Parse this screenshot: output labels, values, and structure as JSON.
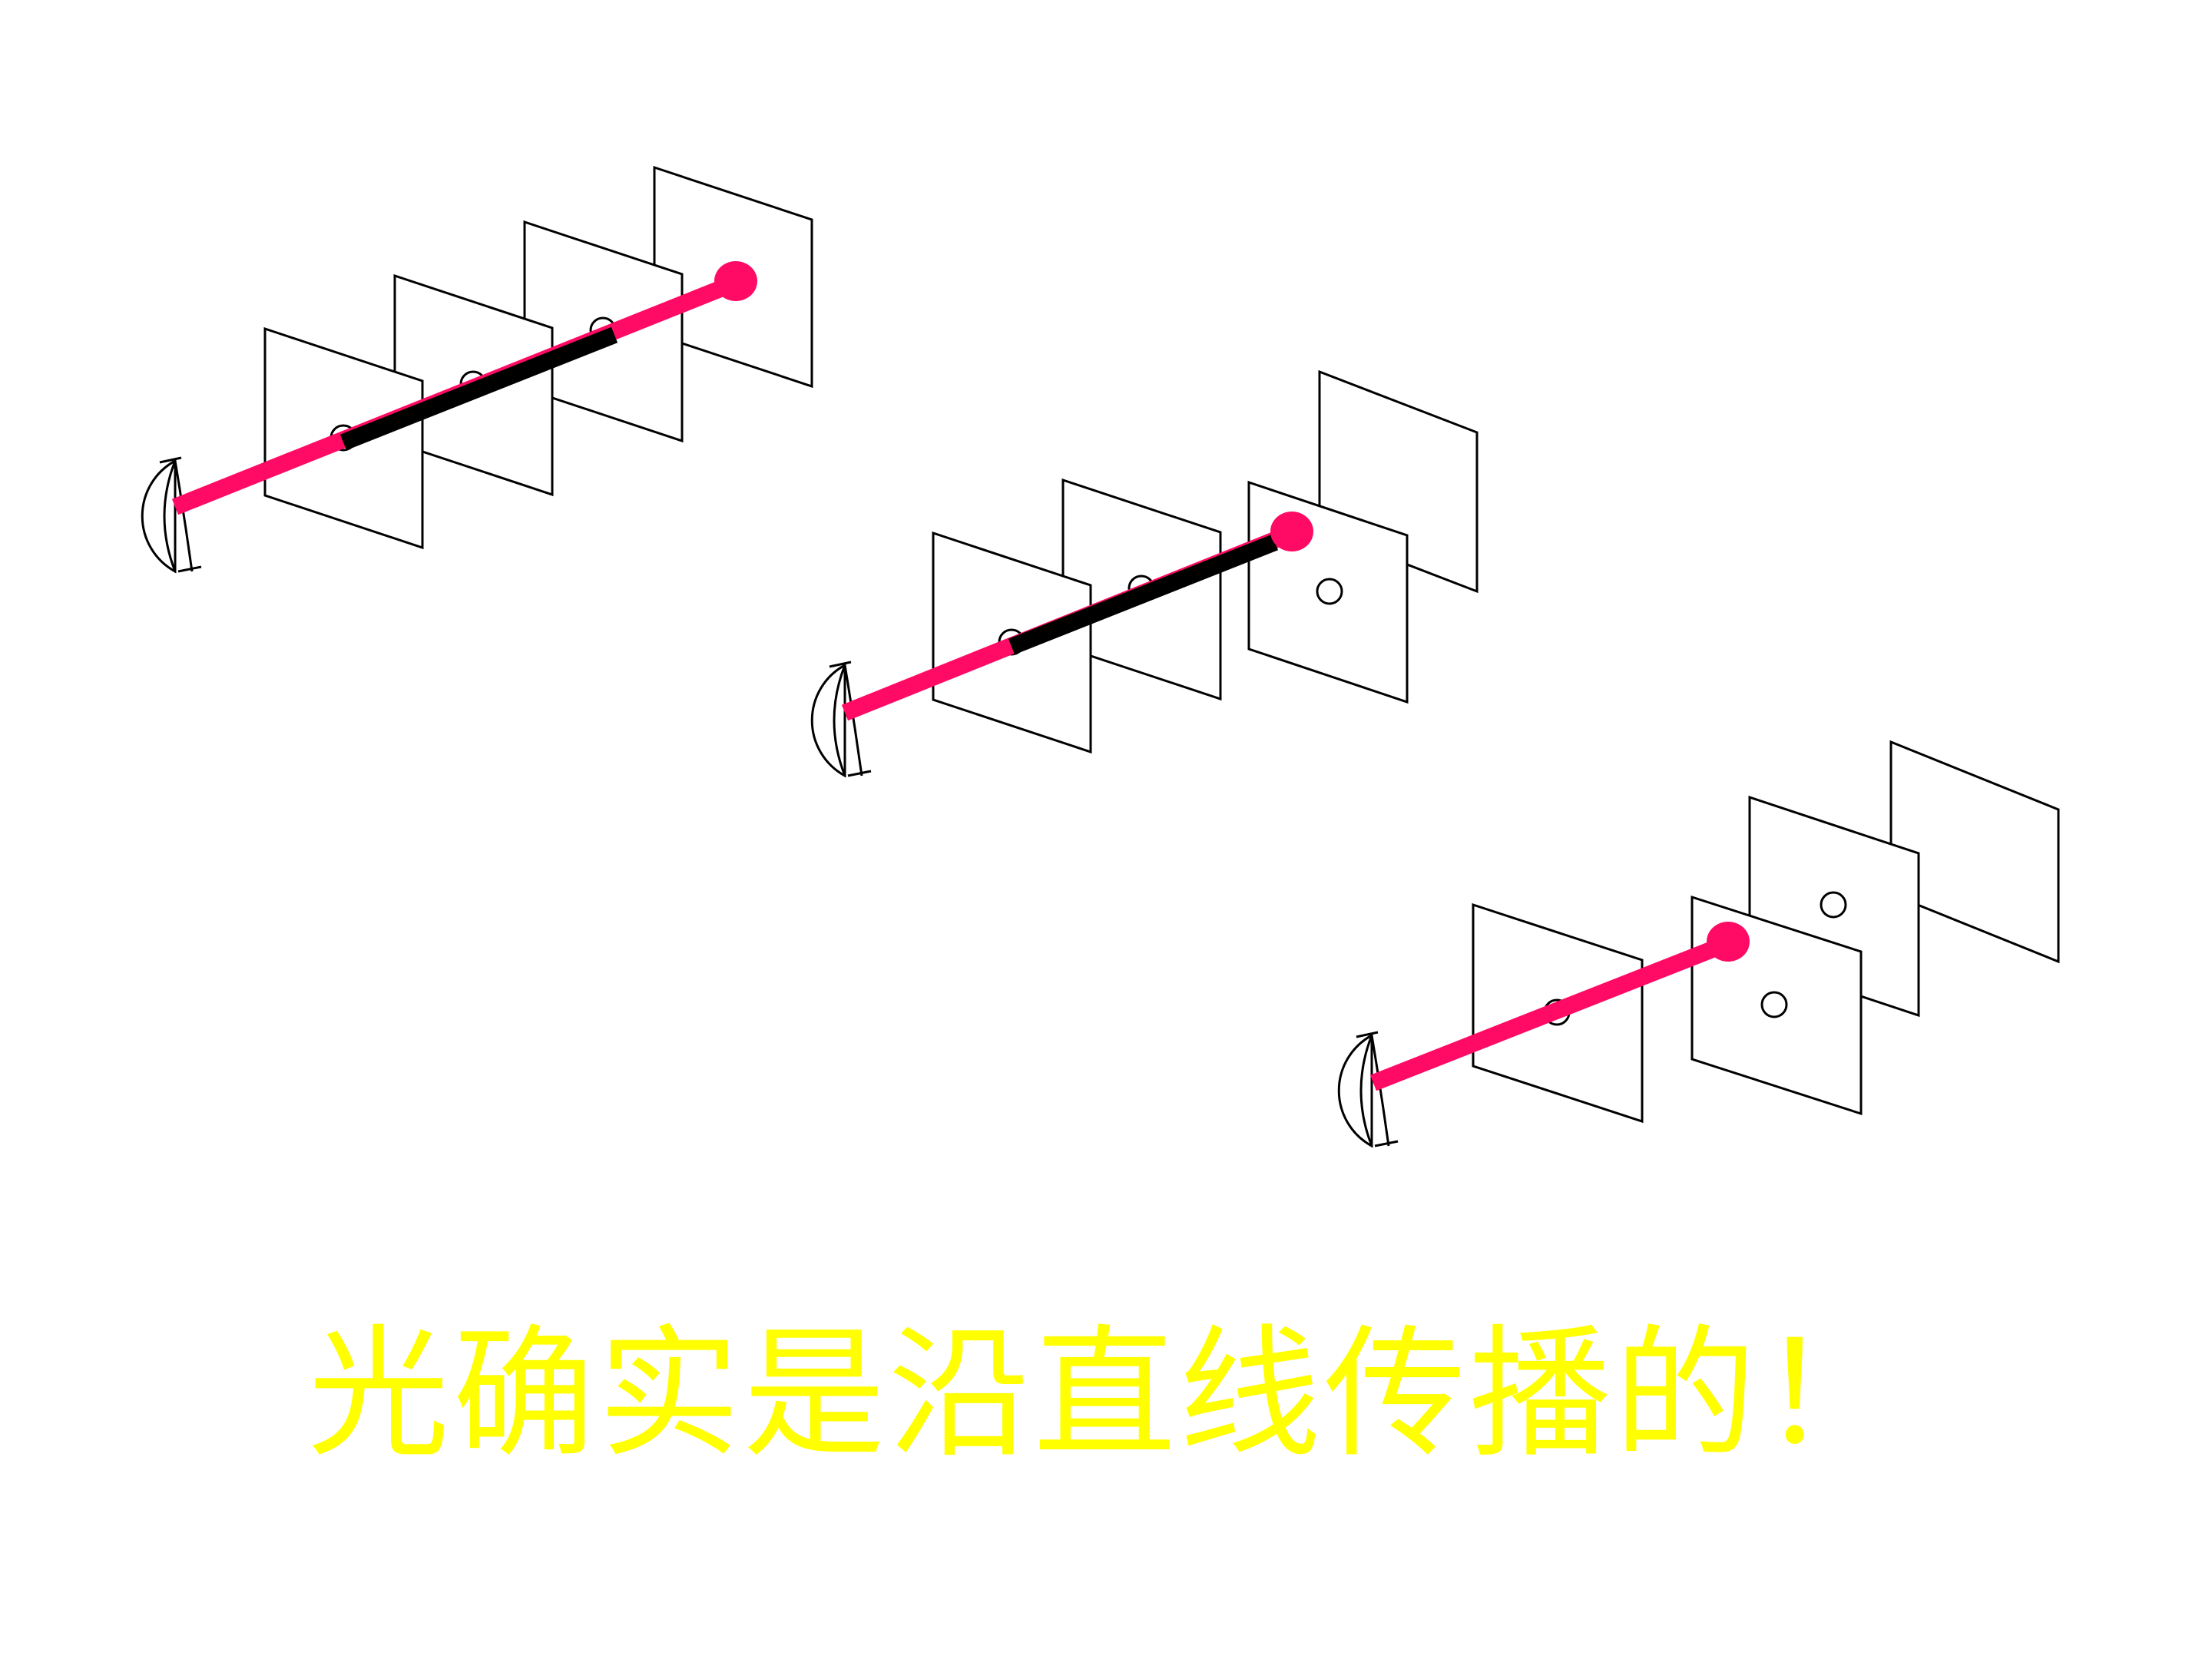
{
  "caption": "光确实是沿直线传播的！",
  "colors": {
    "beam": "#ff0a64",
    "blocked_segment": "#000000",
    "caption": "#ffff00",
    "stroke": "#000000",
    "background": "#ffffff"
  },
  "icons": [
    "eye-icon"
  ],
  "scenes": [
    {
      "name": "all-holes-aligned",
      "card_count": 4,
      "beam_reaches_last_card": true
    },
    {
      "name": "third-card-displaced",
      "card_count": 4,
      "beam_reaches_last_card": false
    },
    {
      "name": "second-and-third-cards-displaced",
      "card_count": 4,
      "beam_reaches_last_card": false
    }
  ]
}
